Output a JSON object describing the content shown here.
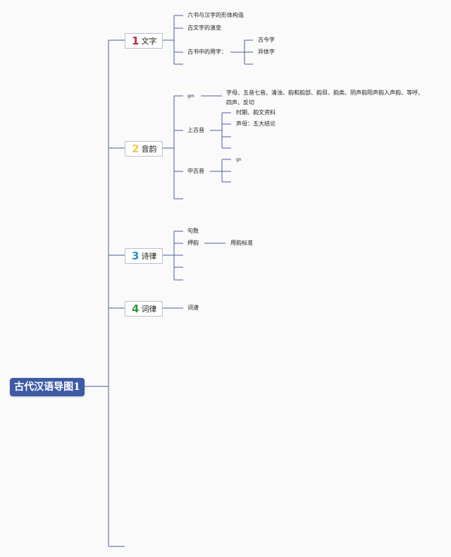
{
  "root": {
    "label": "古代汉语导图1",
    "color": "#3d5aa6"
  },
  "topics": [
    {
      "number": "1",
      "label": "文字",
      "number_color": "#c0263b",
      "children": [
        {
          "label": "六书与汉字的形体构造"
        },
        {
          "label": "古文字的演变"
        },
        {
          "label": "古书中的用字：",
          "children": [
            {
              "label": "古今字"
            },
            {
              "label": "异体字"
            },
            {
              "label": ""
            }
          ]
        }
      ]
    },
    {
      "number": "2",
      "label": "音韵",
      "number_color": "#f2c94c",
      "children": [
        {
          "label": "gm",
          "children": [
            {
              "label": "字母、五音七音、清浊、韵和韵部、韵目、韵类、阴声韵阳声韵入声韵、等呼、四声、反切"
            }
          ]
        },
        {
          "label": "上古音",
          "children": [
            {
              "label": "时期、韵文资料"
            },
            {
              "label": "声母：五大结论"
            },
            {
              "label": ""
            },
            {
              "label": ""
            }
          ]
        },
        {
          "label": "中古音",
          "children": [
            {
              "label": "gn"
            },
            {
              "label": ""
            },
            {
              "label": ""
            }
          ]
        },
        {
          "label": ""
        }
      ]
    },
    {
      "number": "3",
      "label": "诗律",
      "number_color": "#2a8fc4",
      "children": [
        {
          "label": "句数"
        },
        {
          "label": "押韵",
          "children": [
            {
              "label": "用韵标准"
            }
          ]
        },
        {
          "label": ""
        },
        {
          "label": ""
        },
        {
          "label": ""
        }
      ]
    },
    {
      "number": "4",
      "label": "词律",
      "number_color": "#2e9b3a",
      "children": [
        {
          "label": "词谱"
        }
      ]
    }
  ]
}
